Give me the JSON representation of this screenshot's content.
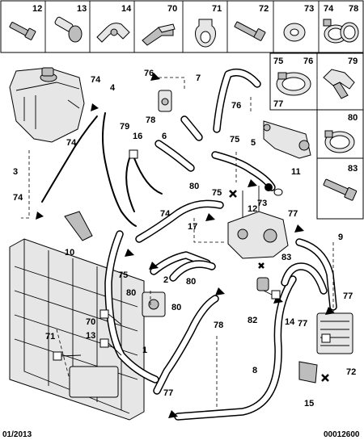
{
  "header_parts": [
    "12",
    "13",
    "14",
    "70",
    "71",
    "72",
    "73",
    "74",
    "78"
  ],
  "side_panel_parts": [
    "75",
    "76",
    "79",
    "77",
    "80",
    "83"
  ],
  "callouts": {
    "c1": "1",
    "c2": "2",
    "c3": "3",
    "c4": "4",
    "c5": "5",
    "c6": "6",
    "c7": "7",
    "c8": "8",
    "c9": "9",
    "c10": "10",
    "c11": "11",
    "c12": "12",
    "c13": "13",
    "c14": "14",
    "c15": "15",
    "c16": "16",
    "c17": "17",
    "c70": "70",
    "c71": "71",
    "c72": "72",
    "c73": "73",
    "c74a": "74",
    "c74b": "74",
    "c74c": "74",
    "c74d": "74",
    "c75a": "75",
    "c75b": "75",
    "c75c": "75",
    "c76a": "76",
    "c76b": "76",
    "c77a": "77",
    "c77b": "77",
    "c77c": "77",
    "c77d": "77",
    "c78a": "78",
    "c78b": "78",
    "c79": "79",
    "c80a": "80",
    "c80b": "80",
    "c80c": "80",
    "c80d": "80",
    "c82": "82",
    "c83": "83"
  },
  "footer": {
    "date": "01/2013",
    "reference": "00012600"
  }
}
